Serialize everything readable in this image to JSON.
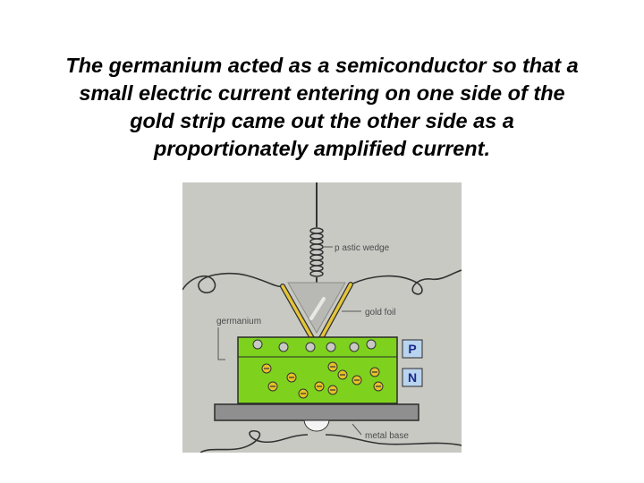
{
  "caption": {
    "lines": [
      "The germanium acted as a semiconductor so that a",
      "small electric current entering on one side of the",
      "gold strip came out the other side as a",
      "proportionately amplified current."
    ]
  },
  "diagram": {
    "labels": {
      "plastic_wedge": "p astic wedge",
      "gold_foil": "gold foil",
      "germanium": "germanium",
      "metal_base": "metal base",
      "p_layer": "P",
      "n_layer": "N"
    },
    "colors": {
      "background": "#c9c9c4",
      "semiconductor": "#7ed21d",
      "gold": "#e3c53a",
      "wedge": "#b8b8b4",
      "base": "#8f8f8f",
      "label_box": "#b9d4ee"
    }
  }
}
